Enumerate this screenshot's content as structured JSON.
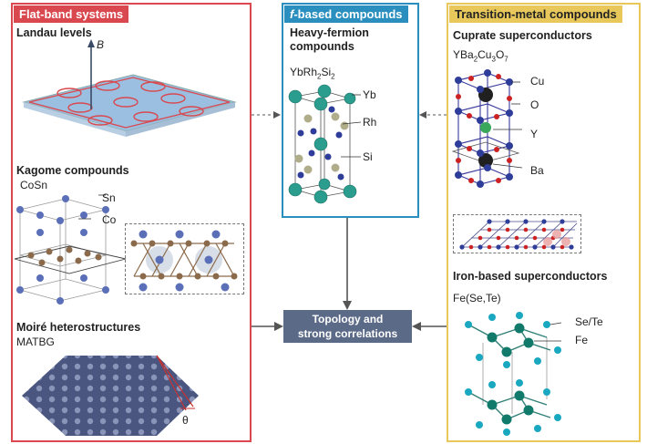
{
  "left": {
    "header": "Flat-band systems",
    "landau": {
      "title": "Landau levels",
      "field": "B"
    },
    "kagome": {
      "title": "Kagome compounds",
      "formula": "CoSn",
      "atoms": [
        "Sn",
        "Co"
      ]
    },
    "moire": {
      "title": "Moiré heterostructures",
      "material": "MATBG",
      "angle": "θ"
    }
  },
  "middle": {
    "header_prefix": "f",
    "header_rest": "-based compounds",
    "title_line1": "Heavy-fermion",
    "title_line2": "compounds",
    "formula": {
      "a": "YbRh",
      "s1": "2",
      "b": "Si",
      "s2": "2"
    },
    "atoms": [
      "Yb",
      "Rh",
      "Si"
    ]
  },
  "center": {
    "line1": "Topology and",
    "line2": "strong correlations"
  },
  "right": {
    "header": "Transition-metal compounds",
    "cuprate": {
      "title": "Cuprate superconductors",
      "formula": {
        "a": "YBa",
        "s1": "2",
        "b": "Cu",
        "s2": "3",
        "c": "O",
        "s3": "7"
      },
      "atoms": [
        "Cu",
        "O",
        "Y",
        "Ba"
      ]
    },
    "iron": {
      "title": "Iron-based superconductors",
      "formula": "Fe(Se,Te)",
      "atoms": [
        "Se/Te",
        "Fe"
      ]
    }
  },
  "colors": {
    "flat_band": "#d9484e",
    "f_based": "#2a8fbf",
    "transition_metal": "#e8c85a",
    "center_box": "#5b6a87"
  }
}
